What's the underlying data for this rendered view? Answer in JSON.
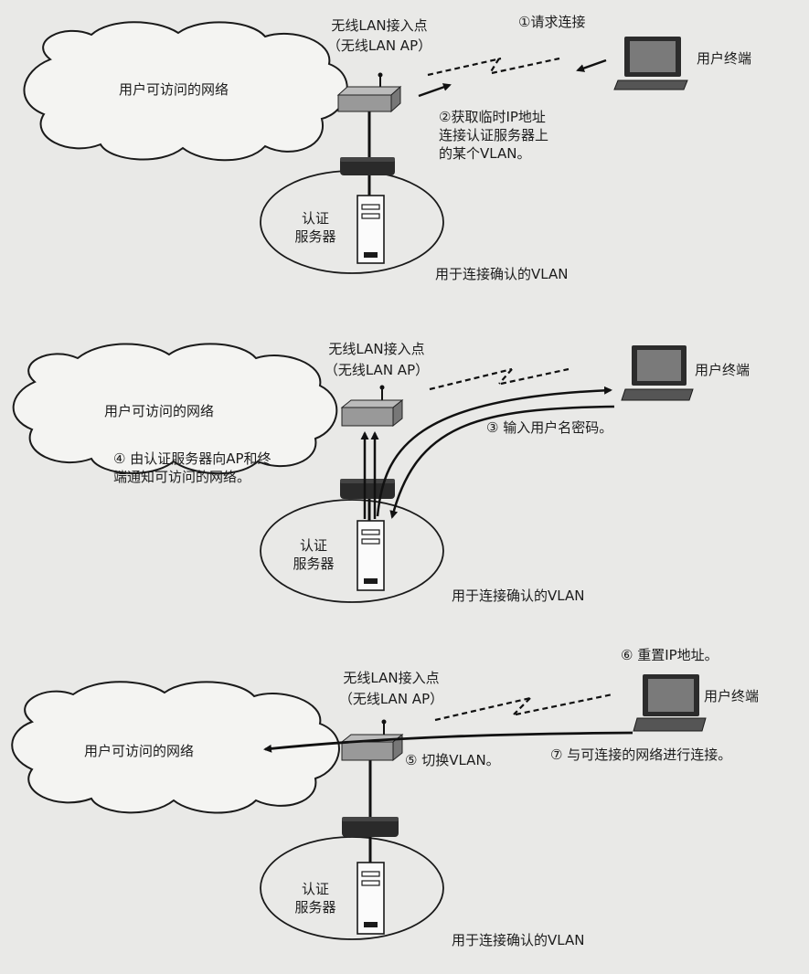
{
  "panel1": {
    "network": "用户可访问的网络",
    "ap_name": "无线LAN接入点",
    "ap_sub": "（无线LAN AP）",
    "step1": "①请求连接",
    "terminal": "用户终端",
    "step2": "②获取临时IP地址\n连接认证服务器上\n的某个VLAN。",
    "server": "认证\n服务器",
    "vlan": "用于连接确认的VLAN"
  },
  "panel2": {
    "ap_name": "无线LAN接入点",
    "ap_sub": "（无线LAN AP）",
    "terminal": "用户终端",
    "network": "用户可访问的网络",
    "step3": "③ 输入用户名密码。",
    "step4": "④ 由认证服务器向AP和终\n端通知可访问的网络。",
    "server": "认证\n服务器",
    "vlan": "用于连接确认的VLAN"
  },
  "panel3": {
    "step6": "⑥ 重置IP地址。",
    "ap_name": "无线LAN接入点",
    "ap_sub": "（无线LAN AP）",
    "terminal": "用户终端",
    "network": "用户可访问的网络",
    "step5": "⑤ 切换VLAN。",
    "step7": "⑦ 与可连接的网络进行连接。",
    "server": "认证\n服务器",
    "vlan": "用于连接确认的VLAN"
  }
}
